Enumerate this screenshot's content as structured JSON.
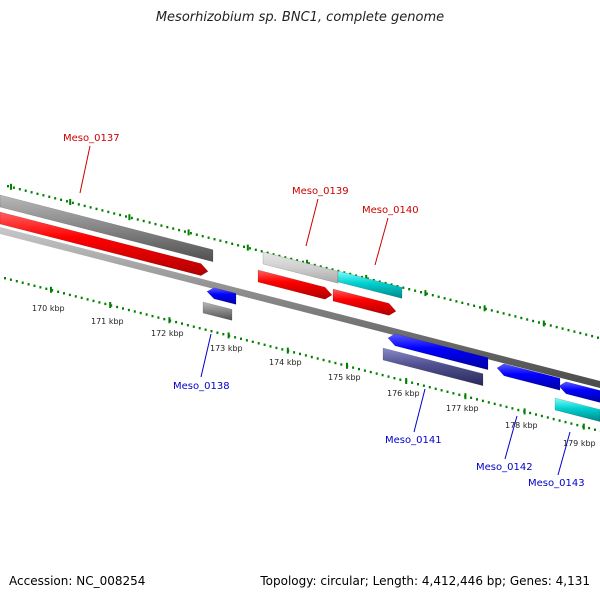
{
  "title": "Mesorhizobium sp. BNC1, complete genome",
  "accession": "Accession: NC_008254",
  "summary": "Topology: circular; Length: 4,412,446 bp; Genes: 4,131",
  "colors": {
    "forward_gene": "#ff0000",
    "reverse_gene": "#0000ff",
    "cds_gray": "#808080",
    "pseudo_gray": "#cccccc",
    "rna_cyan": "#00cccc",
    "reverse_cds": "#505090",
    "tick": "#008000",
    "backbone": "#808080",
    "forward_label": "#cc0000",
    "reverse_label": "#0000cc"
  },
  "ticks": [
    {
      "label": "170 kbp"
    },
    {
      "label": "171 kbp"
    },
    {
      "label": "172 kbp"
    },
    {
      "label": "173 kbp"
    },
    {
      "label": "174 kbp"
    },
    {
      "label": "175 kbp"
    },
    {
      "label": "176 kbp"
    },
    {
      "label": "177 kbp"
    },
    {
      "label": "178 kbp"
    },
    {
      "label": "179 kbp"
    }
  ],
  "gene_labels": [
    {
      "name": "Meso_0137",
      "strand": "forward"
    },
    {
      "name": "Meso_0139",
      "strand": "forward"
    },
    {
      "name": "Meso_0140",
      "strand": "forward"
    },
    {
      "name": "Meso_0138",
      "strand": "reverse"
    },
    {
      "name": "Meso_0141",
      "strand": "reverse"
    },
    {
      "name": "Meso_0142",
      "strand": "reverse"
    },
    {
      "name": "Meso_0143",
      "strand": "reverse"
    }
  ]
}
